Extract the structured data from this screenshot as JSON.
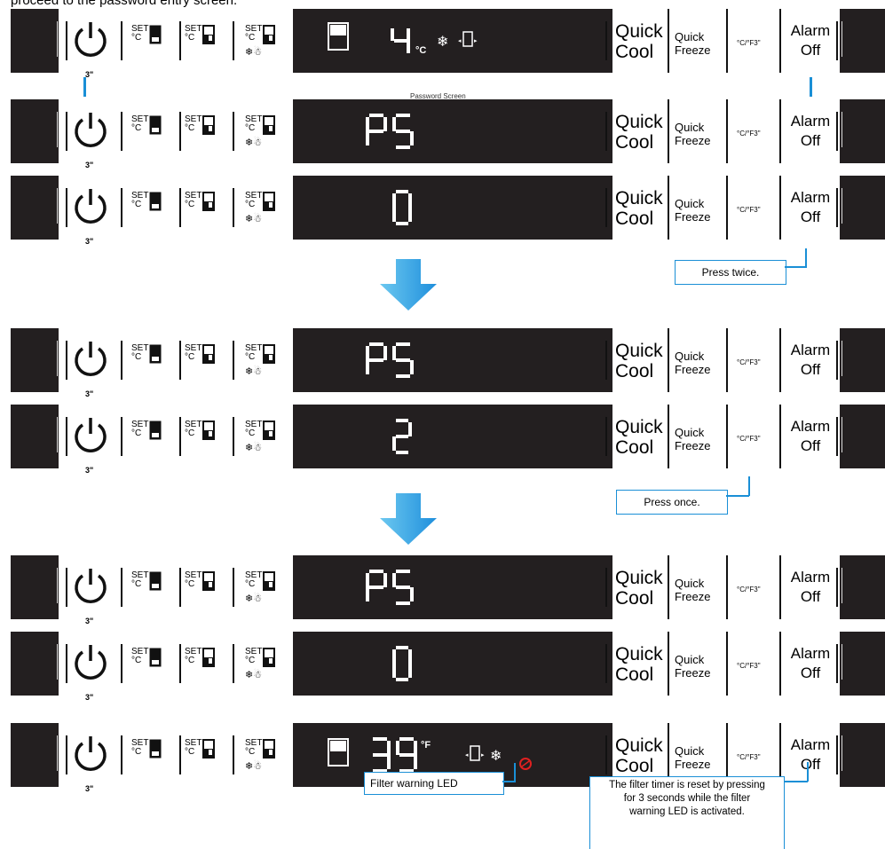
{
  "caption": "proceed to the password entry screen.",
  "password_screen_label": "Password Screen",
  "power_hold": "3\"",
  "set_label": "SET",
  "celsius": "°C",
  "quick_cool": [
    "Quick",
    "Cool"
  ],
  "quick_freeze": [
    "Quick",
    "Freeze"
  ],
  "unit_toggle": "°C/°F3\"",
  "alarm_off": [
    "Alarm",
    "Off"
  ],
  "panels": [
    {
      "display": "4°C",
      "kind": "normal_c"
    },
    {
      "display": "P5",
      "kind": "code"
    },
    {
      "display": "0",
      "kind": "digit"
    },
    {
      "display": "P5",
      "kind": "code"
    },
    {
      "display": "2",
      "kind": "digit"
    },
    {
      "display": "P5",
      "kind": "code"
    },
    {
      "display": "0",
      "kind": "digit"
    },
    {
      "display": "39°F",
      "kind": "normal_f"
    }
  ],
  "callouts": {
    "press_twice": "Press twice.",
    "press_once": "Press once.",
    "filter_led": "Filter warning LED",
    "reset_note": [
      "The filter timer is reset by pressing",
      "for 3 seconds while the filter",
      "warning LED is activated."
    ]
  },
  "colors": {
    "panel": "#231f20",
    "accent": "#1a8fd6",
    "led": "#e02020"
  }
}
